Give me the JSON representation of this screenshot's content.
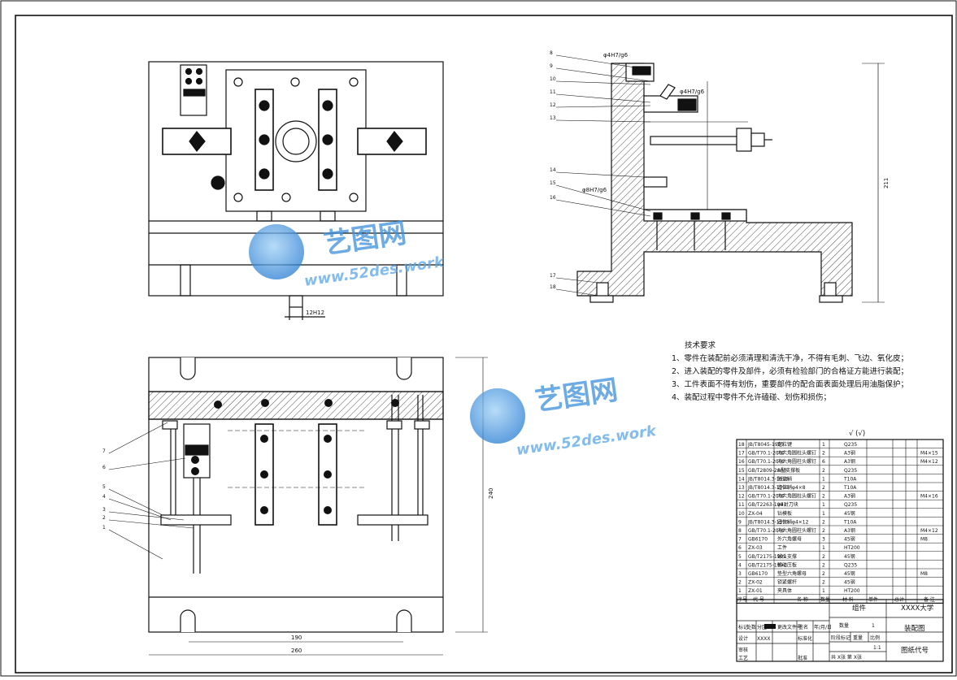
{
  "tolerances": {
    "front_slot": "12H12",
    "side_top": "φ4H7/g6",
    "side_mid": "φ4H7/g6",
    "side_low": "φ8H7/g6"
  },
  "dimensions": {
    "side_height": "211",
    "plan_height": "240",
    "plan_inner_width": "190",
    "plan_outer_width": "260"
  },
  "side_leaders": [
    "8",
    "9",
    "10",
    "11",
    "12",
    "13",
    "14",
    "15",
    "16",
    "17",
    "18"
  ],
  "plan_leaders": [
    "7",
    "6",
    "5",
    "4",
    "3",
    "2",
    "1"
  ],
  "tech_requirements": {
    "title": "技术要求",
    "items": [
      "1、零件在装配前必须清理和清洗干净，不得有毛刺、飞边、氧化皮；",
      "2、进入装配的零件及部件，必须有检验部门的合格证方能进行装配；",
      "3、工件表面不得有划伤，重要部件的配合面表面处理后用油脂保护；",
      "4、装配过程中零件不允许磕碰、划伤和损伤；"
    ]
  },
  "roughness_symbol": "√ (√)",
  "watermark": {
    "brand": "艺图网",
    "url": "www.52des.work"
  },
  "bom": [
    {
      "no": "18",
      "code": "JB/T8045-1999",
      "name": "定位键",
      "qty": "1",
      "mat": "Q235",
      "note": ""
    },
    {
      "no": "17",
      "code": "GB/T70.1-2000",
      "name": "内六角圆柱头螺钉",
      "qty": "2",
      "mat": "A3钢",
      "note": "M4×15"
    },
    {
      "no": "16",
      "code": "GB/T70.1-2000",
      "name": "内六角圆柱头螺钉",
      "qty": "6",
      "mat": "A3钢",
      "note": "M4×12"
    },
    {
      "no": "15",
      "code": "GB/T2809-2000",
      "name": "A型支撑板",
      "qty": "2",
      "mat": "Q235",
      "note": ""
    },
    {
      "no": "14",
      "code": "JB/T8014.3-1999",
      "name": "削边销",
      "qty": "1",
      "mat": "T10A",
      "note": ""
    },
    {
      "no": "13",
      "code": "JB/T8014.3-1999",
      "name": "定位销φ4×8",
      "qty": "2",
      "mat": "T10A",
      "note": ""
    },
    {
      "no": "12",
      "code": "GB/T70.1-2000",
      "name": "内六角圆柱头螺钉",
      "qty": "2",
      "mat": "A3钢",
      "note": "M4×16"
    },
    {
      "no": "11",
      "code": "GB/T2263-1991",
      "name": "φ4对刀块",
      "qty": "1",
      "mat": "Q235",
      "note": ""
    },
    {
      "no": "10",
      "code": "ZX-04",
      "name": "钻模板",
      "qty": "1",
      "mat": "45钢",
      "note": ""
    },
    {
      "no": "9",
      "code": "JB/T8014.3-1999",
      "name": "定位销φ4×12",
      "qty": "2",
      "mat": "T10A",
      "note": ""
    },
    {
      "no": "8",
      "code": "GB/T70.1-2000",
      "name": "内六角圆柱头螺钉",
      "qty": "2",
      "mat": "A3钢",
      "note": "M4×12"
    },
    {
      "no": "7",
      "code": "GB6170",
      "name": "外六角螺母",
      "qty": "3",
      "mat": "45钢",
      "note": "M8"
    },
    {
      "no": "6",
      "code": "ZX-03",
      "name": "工件",
      "qty": "1",
      "mat": "HT200",
      "note": ""
    },
    {
      "no": "5",
      "code": "GB/T2175-1991",
      "name": "球头支撑",
      "qty": "2",
      "mat": "45钢",
      "note": ""
    },
    {
      "no": "4",
      "code": "GB/T2175-1991",
      "name": "移动压板",
      "qty": "2",
      "mat": "Q235",
      "note": ""
    },
    {
      "no": "3",
      "code": "GB6170",
      "name": "垫型六角螺母",
      "qty": "2",
      "mat": "45钢",
      "note": "M8"
    },
    {
      "no": "2",
      "code": "ZX-02",
      "name": "锁紧螺杆",
      "qty": "2",
      "mat": "45钢",
      "note": ""
    },
    {
      "no": "1",
      "code": "ZX-01",
      "name": "夹具体",
      "qty": "1",
      "mat": "HT200",
      "note": ""
    }
  ],
  "bom_header": {
    "no": "序号",
    "code": "代  号",
    "name": "名  称",
    "qty": "数量",
    "mat": "材  料",
    "unitw": "单件",
    "totw": "总计",
    "weight": "重量",
    "note": "备  注"
  },
  "title_block": {
    "part_label": "组件",
    "school": "XXXX大学",
    "drawing_name": "装配图",
    "drawing_no": "图纸代号",
    "qty_label": "数量",
    "qty_value": "1",
    "stage_mark": "阶段标记",
    "weight": "重量",
    "scale_label": "比例",
    "scale_value": "1:1",
    "design": "设计",
    "designer": "XXXX",
    "standard": "标准化",
    "check": "审核",
    "process": "工艺",
    "approve": "批准",
    "sheets": "共  X张   第  X张",
    "rev_mark": "标记",
    "rev_count": "处数",
    "rev_zone": "分区",
    "rev_doc": "更改文件号",
    "rev_sign": "签名",
    "rev_date": "年/月/日"
  }
}
